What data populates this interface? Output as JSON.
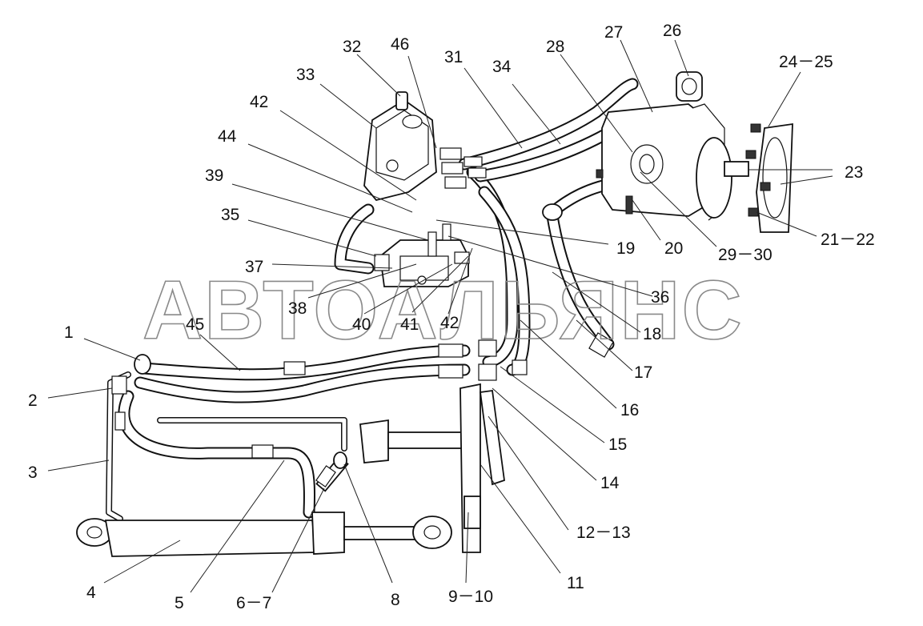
{
  "watermark": "АВТОАЛЬЯНС",
  "callouts": [
    {
      "id": "c1",
      "text": "1"
    },
    {
      "id": "c2",
      "text": "2"
    },
    {
      "id": "c3",
      "text": "3"
    },
    {
      "id": "c4",
      "text": "4"
    },
    {
      "id": "c5",
      "text": "5"
    },
    {
      "id": "c67",
      "text": "6－7"
    },
    {
      "id": "c8",
      "text": "8"
    },
    {
      "id": "c910",
      "text": "9－10"
    },
    {
      "id": "c11",
      "text": "11"
    },
    {
      "id": "c1213",
      "text": "12－13"
    },
    {
      "id": "c14",
      "text": "14"
    },
    {
      "id": "c15",
      "text": "15"
    },
    {
      "id": "c16",
      "text": "16"
    },
    {
      "id": "c17",
      "text": "17"
    },
    {
      "id": "c18",
      "text": "18"
    },
    {
      "id": "c36",
      "text": "36"
    },
    {
      "id": "c19",
      "text": "19"
    },
    {
      "id": "c20",
      "text": "20"
    },
    {
      "id": "c2930",
      "text": "29－30"
    },
    {
      "id": "c2122",
      "text": "21－22"
    },
    {
      "id": "c23",
      "text": "23"
    },
    {
      "id": "c2425",
      "text": "24－25"
    },
    {
      "id": "c26",
      "text": "26"
    },
    {
      "id": "c27",
      "text": "27"
    },
    {
      "id": "c28",
      "text": "28"
    },
    {
      "id": "c34",
      "text": "34"
    },
    {
      "id": "c31",
      "text": "31"
    },
    {
      "id": "c46",
      "text": "46"
    },
    {
      "id": "c32",
      "text": "32"
    },
    {
      "id": "c33",
      "text": "33"
    },
    {
      "id": "c42a",
      "text": "42"
    },
    {
      "id": "c44",
      "text": "44"
    },
    {
      "id": "c39",
      "text": "39"
    },
    {
      "id": "c35",
      "text": "35"
    },
    {
      "id": "c37",
      "text": "37"
    },
    {
      "id": "c38",
      "text": "38"
    },
    {
      "id": "c40",
      "text": "40"
    },
    {
      "id": "c41",
      "text": "41"
    },
    {
      "id": "c42b",
      "text": "42"
    },
    {
      "id": "c45",
      "text": "45"
    }
  ]
}
